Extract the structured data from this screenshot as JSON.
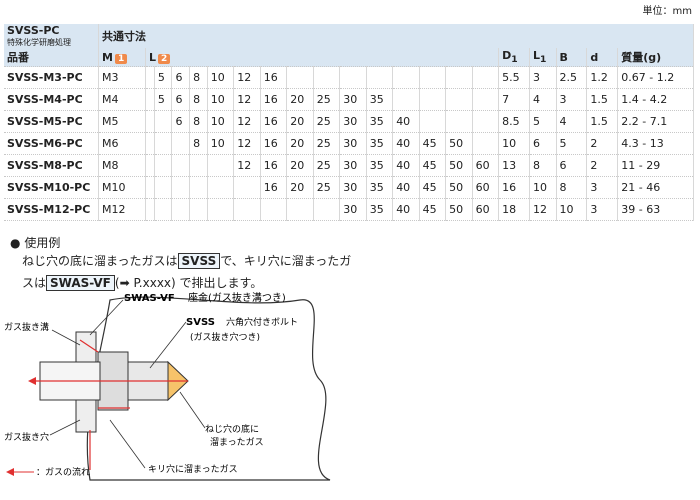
{
  "unit_label": "単位：mm",
  "header": {
    "product_code": "SVSS-PC",
    "product_sub": "特殊化学研磨処理",
    "common_dims": "共通寸法",
    "part_no": "品番",
    "col_m": "M",
    "col_l": "L",
    "badge_1": "1",
    "badge_2": "2",
    "col_d1": "D",
    "col_d1_sub": "1",
    "col_l1": "L",
    "col_l1_sub": "1",
    "col_b": "B",
    "col_d": "d",
    "col_mass": "質量(g)"
  },
  "rows": [
    {
      "name": "SVSS-M3-PC",
      "m": "M3",
      "l": [
        "",
        "5",
        "6",
        "8",
        "10",
        "12",
        "16",
        "",
        "",
        "",
        "",
        "",
        "",
        "",
        ""
      ],
      "d1": "5.5",
      "l1": "3",
      "b": "2.5",
      "d": "1.2",
      "mass": "0.67 - 1.2"
    },
    {
      "name": "SVSS-M4-PC",
      "m": "M4",
      "l": [
        "",
        "5",
        "6",
        "8",
        "10",
        "12",
        "16",
        "20",
        "25",
        "30",
        "35",
        "",
        "",
        "",
        ""
      ],
      "d1": "7",
      "l1": "4",
      "b": "3",
      "d": "1.5",
      "mass": "1.4 - 4.2"
    },
    {
      "name": "SVSS-M5-PC",
      "m": "M5",
      "l": [
        "",
        "",
        "6",
        "8",
        "10",
        "12",
        "16",
        "20",
        "25",
        "30",
        "35",
        "40",
        "",
        "",
        ""
      ],
      "d1": "8.5",
      "l1": "5",
      "b": "4",
      "d": "1.5",
      "mass": "2.2 - 7.1"
    },
    {
      "name": "SVSS-M6-PC",
      "m": "M6",
      "l": [
        "",
        "",
        "",
        "8",
        "10",
        "12",
        "16",
        "20",
        "25",
        "30",
        "35",
        "40",
        "45",
        "50",
        ""
      ],
      "d1": "10",
      "l1": "6",
      "b": "5",
      "d": "2",
      "mass": "4.3 - 13"
    },
    {
      "name": "SVSS-M8-PC",
      "m": "M8",
      "l": [
        "",
        "",
        "",
        "",
        "",
        "12",
        "16",
        "20",
        "25",
        "30",
        "35",
        "40",
        "45",
        "50",
        "60"
      ],
      "d1": "13",
      "l1": "8",
      "b": "6",
      "d": "2",
      "mass": "11 - 29"
    },
    {
      "name": "SVSS-M10-PC",
      "m": "M10",
      "l": [
        "",
        "",
        "",
        "",
        "",
        "",
        "16",
        "20",
        "25",
        "30",
        "35",
        "40",
        "45",
        "50",
        "60"
      ],
      "d1": "16",
      "l1": "10",
      "b": "8",
      "d": "3",
      "mass": "21 - 46"
    },
    {
      "name": "SVSS-M12-PC",
      "m": "M12",
      "l": [
        "",
        "",
        "",
        "",
        "",
        "",
        "",
        "",
        "",
        "30",
        "35",
        "40",
        "45",
        "50",
        "60"
      ],
      "d1": "18",
      "l1": "12",
      "b": "10",
      "d": "3",
      "mass": "39 - 63"
    }
  ],
  "usage": {
    "bullet": "●",
    "title": "使用例",
    "line1_a": "ねじ穴の底に溜まったガスは",
    "line1_box": "SVSS",
    "line1_b": "で、キリ穴に溜まったガ",
    "line2_a": "スは",
    "line2_box": "SWAS-VF",
    "line2_b": "(➡ P.xxxx) で排出します。"
  },
  "diagram": {
    "label_swas": "SWAS-VF",
    "label_swas_desc": "座金(ガス抜き溝つき)",
    "label_svss": "SVSS",
    "label_svss_desc1": "六角穴付きボルト",
    "label_svss_desc2": "(ガス抜き穴つき)",
    "gas_groove": "ガス抜き溝",
    "gas_hole": "ガス抜き穴",
    "gas_thread1": "ねじ穴の底に",
    "gas_thread2": "溜まったガス",
    "gas_drill": "キリ穴に溜まったガス",
    "flow_legend": "：ガスの流れ"
  }
}
